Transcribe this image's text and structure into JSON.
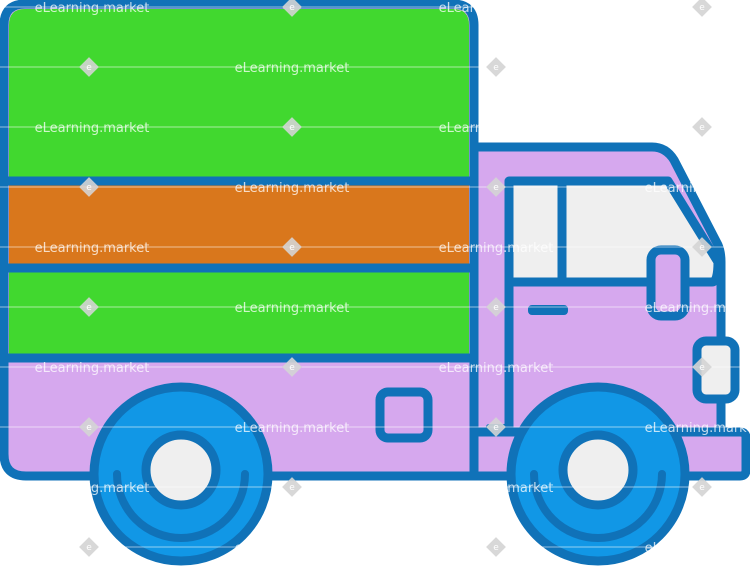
{
  "illustration": {
    "subject": "truck-illustration",
    "colors": {
      "outline": "#1072b8",
      "cargo_green": "#41d82f",
      "cargo_orange": "#d9771c",
      "body_lilac": "#d6a8ee",
      "window_glass": "#efefef",
      "wheel_blue": "#1197e6",
      "hub_white": "#efefef"
    }
  },
  "watermark": {
    "text": "eLearning.market",
    "glyph": "e"
  }
}
